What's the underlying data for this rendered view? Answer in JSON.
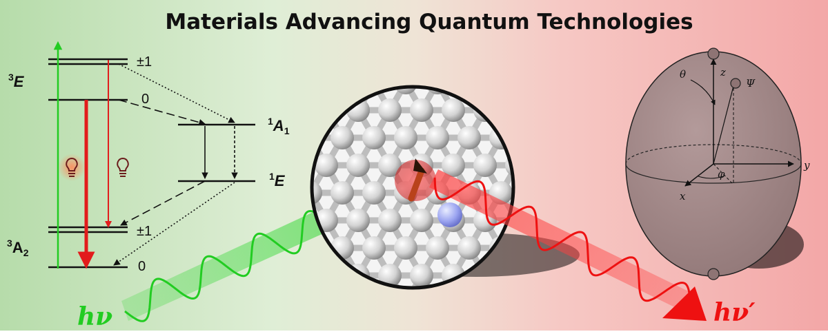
{
  "title": "Materials Advancing Quantum Technologies",
  "energy_diagram": {
    "triplet_excited": {
      "label": "E",
      "mult": "3",
      "sublevels": [
        "±1",
        "0"
      ]
    },
    "singlet_upper": {
      "label": "A",
      "sub": "1",
      "mult": "1"
    },
    "singlet_lower": {
      "label": "E",
      "mult": "1"
    },
    "triplet_ground": {
      "label": "A",
      "sub": "2",
      "mult": "3",
      "sublevels": [
        "±1",
        "0"
      ]
    },
    "icons": [
      "lightbulb-icon",
      "lightbulb-icon"
    ],
    "colors": {
      "excitation": "#22cc22",
      "emission": "#e21c1c"
    }
  },
  "photons": {
    "incoming": "hν",
    "outgoing": "hν′",
    "incoming_color": "#22cc22",
    "outgoing_color": "#ee1111"
  },
  "bloch_sphere": {
    "labels": {
      "z": "z",
      "x": "x",
      "y": "y",
      "theta": "θ",
      "phi": "φ",
      "psi": "Ψ"
    },
    "color": "#a08585"
  }
}
